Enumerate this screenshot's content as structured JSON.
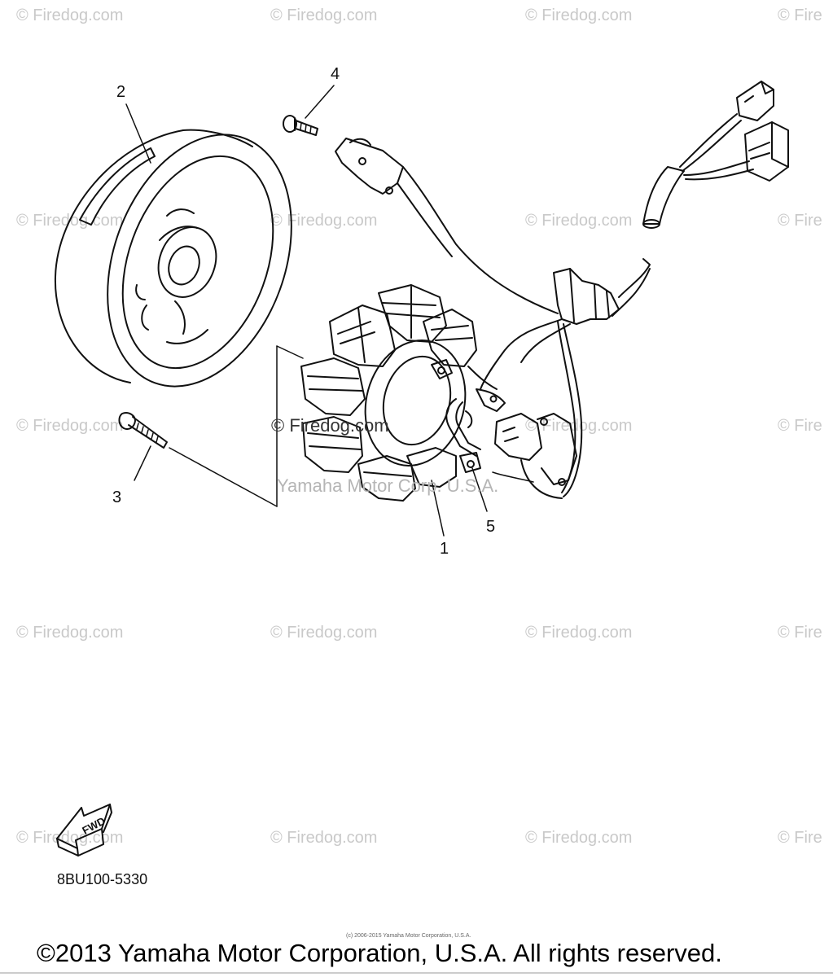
{
  "watermark": {
    "text": "© Firedog.com",
    "partial_text": "© Fire"
  },
  "center_watermark": "© Firedog.com",
  "yamaha_watermark": "Yamaha Motor Corp. U.S.A.",
  "callouts": [
    "1",
    "2",
    "3",
    "4",
    "5"
  ],
  "fwd_label": "FWD",
  "part_code": "8BU100-5330",
  "tiny_note": "(c) 2006-2015 Yamaha Motor Corporation, U.S.A.",
  "copyright": "©2013 Yamaha Motor Corporation, U.S.A. All rights reserved.",
  "colors": {
    "line": "#111111",
    "watermark": "#c9c9c9",
    "background": "#ffffff"
  }
}
